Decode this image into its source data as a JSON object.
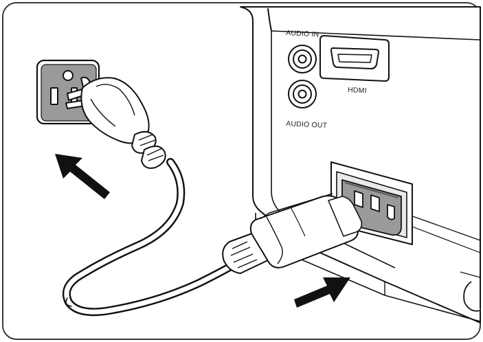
{
  "labels": {
    "audio_in": "AUDIO IN",
    "hdmi": "HDMI",
    "audio_out": "AUDIO OUT"
  },
  "colors": {
    "outline": "#111111",
    "panel_bg": "#ffffff",
    "socket_fill": "#9a9a9a",
    "socket_dark": "#5a5a5a",
    "frame": "#3a3a3a"
  },
  "icons": {
    "left_arrow": "arrow-up-left-icon",
    "right_arrow": "arrow-up-right-icon"
  }
}
